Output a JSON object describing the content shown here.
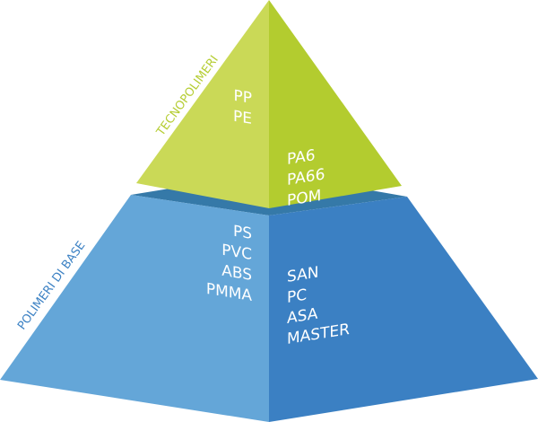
{
  "pyramid": {
    "top_tier": {
      "title": "TECNOPOLIMERI",
      "left_items": [
        "PP",
        "PE"
      ],
      "right_items": [
        "PA6",
        "PA66",
        "POM"
      ],
      "colors": {
        "left_face": "#cad957",
        "right_face": "#b3cc2f",
        "title": "#b5cd33"
      }
    },
    "bottom_tier": {
      "title": "POLIMERI DI BASE",
      "left_items": [
        "PS",
        "PVC",
        "ABS",
        "PMMA"
      ],
      "right_items": [
        "SAN",
        "PC",
        "ASA",
        "MASTER"
      ],
      "colors": {
        "left_face": "#64a6d8",
        "right_face": "#3b80c3",
        "top_face": "#3579a8",
        "title": "#3d82c4"
      }
    }
  }
}
